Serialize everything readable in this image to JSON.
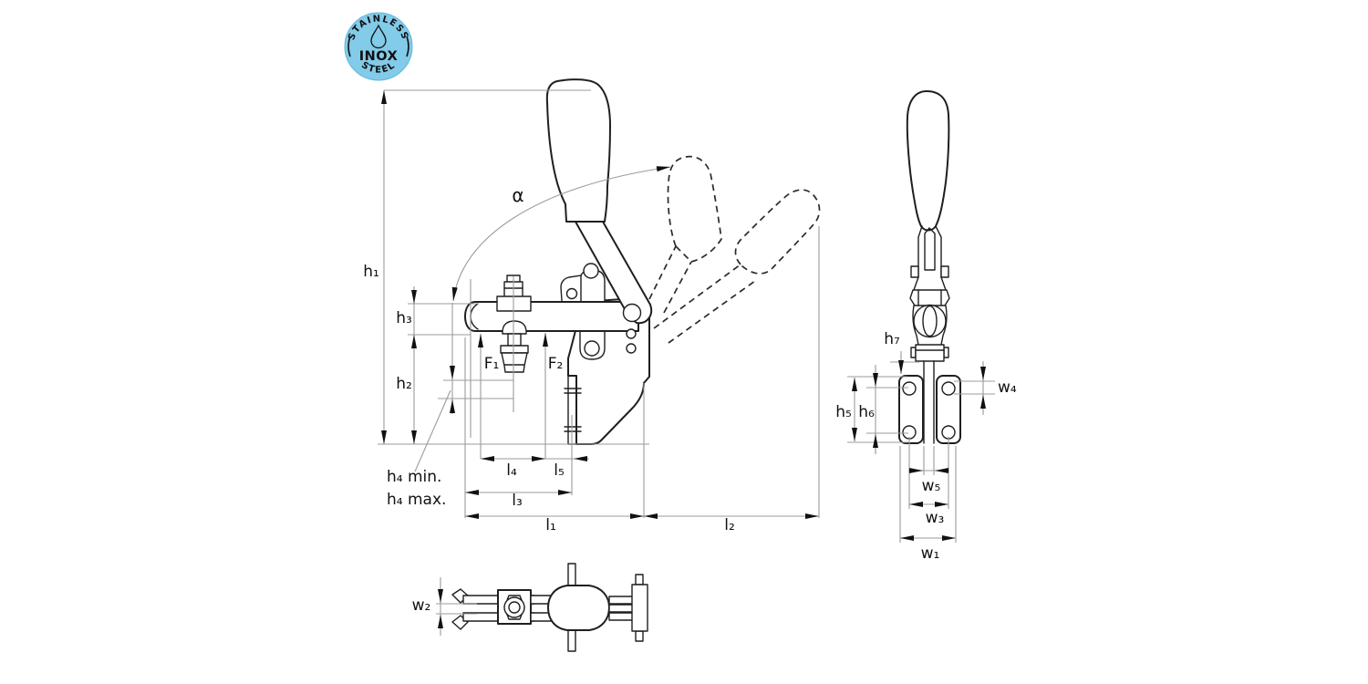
{
  "badge": {
    "top_text": "STAINLESS",
    "bottom_text": "STEEL",
    "center_text": "INOX",
    "bg_color": "#82CBE9"
  },
  "colors": {
    "line": "#1f1f1f",
    "dimension": "#9b9b9b",
    "arrow": "#111111",
    "badge_bg": "#82CBE9"
  },
  "side_view": {
    "labels": {
      "h1": "h₁",
      "h2": "h₂",
      "h3": "h₃",
      "h4_min": "h₄ min.",
      "h4_max": "h₄ max.",
      "f1": "F₁",
      "f2": "F₂",
      "alpha": "α",
      "l1": "l₁",
      "l2": "l₂",
      "l3": "l₃",
      "l4": "l₄",
      "l5": "l₅"
    }
  },
  "front_view": {
    "labels": {
      "h5": "h₅",
      "h6": "h₆",
      "h7": "h₇",
      "w1": "w₁",
      "w3": "w₃",
      "w4": "w₄",
      "w5": "w₅"
    }
  },
  "top_view": {
    "labels": {
      "w2": "w₂"
    }
  }
}
